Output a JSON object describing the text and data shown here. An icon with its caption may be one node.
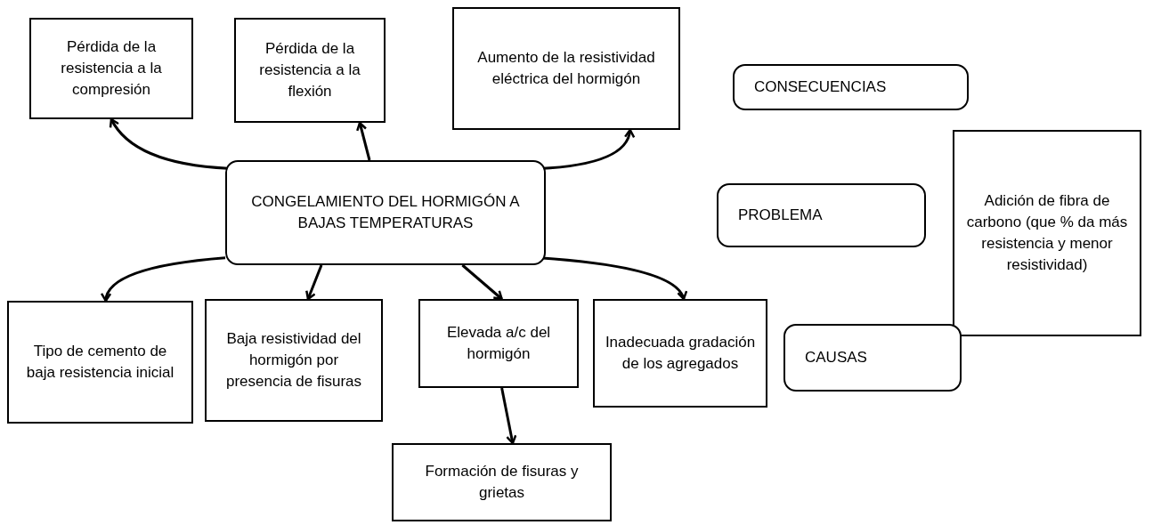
{
  "diagram": {
    "nodes": [
      {
        "text": [
          "CONGELAMIENTO DEL HORMIGÓN A BAJAS TEMPERATURAS"
        ]
      },
      {
        "text": [
          "Pérdida de la resistencia a la compresión"
        ]
      },
      {
        "text": [
          "Pérdida de la resistencia a la flexión"
        ]
      },
      {
        "text": [
          "Aumento de la resistividad eléctrica del hormigón"
        ]
      },
      {
        "text": [
          "CONSECUENCIAS"
        ]
      },
      {
        "text": [
          "Adición de fibra de carbono (que % da más resistencia y menor resistividad)"
        ]
      },
      {
        "text": [
          "PROBLEMA"
        ]
      },
      {
        "text": [
          "Tipo de cemento de baja resistencia inicial"
        ]
      },
      {
        "text": [
          "Baja resistividad del hormigón por presencia de fisuras"
        ]
      },
      {
        "text": [
          "Elevada a/c del hormigón"
        ]
      },
      {
        "text": [
          "Inadecuada gradación de los agregados"
        ]
      },
      {
        "text": [
          "CAUSAS"
        ]
      },
      {
        "text": [
          "Formación de fisuras y grietas"
        ]
      }
    ],
    "edges": [
      {
        "from": 0,
        "to": 1,
        "arrow": "to"
      },
      {
        "from": 0,
        "to": 2,
        "arrow": "to"
      },
      {
        "from": 0,
        "to": 3,
        "arrow": "to"
      },
      {
        "from": 0,
        "to": 7,
        "arrow": "to"
      },
      {
        "from": 0,
        "to": 8,
        "arrow": "to"
      },
      {
        "from": 0,
        "to": 9,
        "arrow": "to"
      },
      {
        "from": 0,
        "to": 10,
        "arrow": "to"
      },
      {
        "from": 9,
        "to": 12,
        "arrow": "to"
      }
    ]
  }
}
